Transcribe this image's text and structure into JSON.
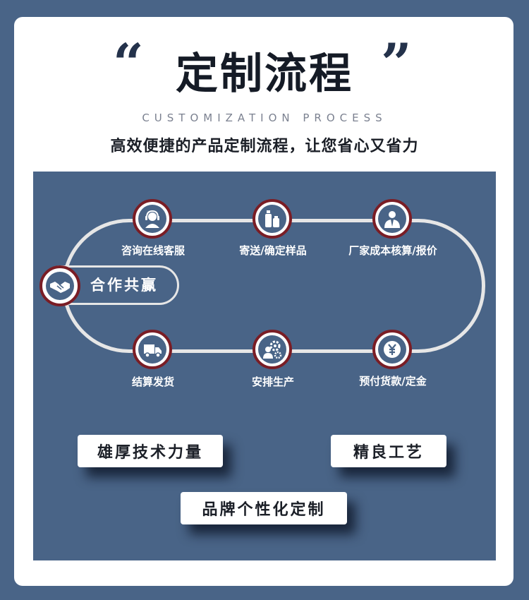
{
  "header": {
    "quote_open": "“",
    "quote_close": "”",
    "title": "定制流程",
    "subtitle_en": "CUSTOMIZATION PROCESS",
    "subtitle_cn": "高效便捷的产品定制流程，让您省心又省力"
  },
  "process": {
    "hub": {
      "label": "合作共赢",
      "icon": "handshake-icon"
    },
    "steps": [
      {
        "label": "咨询在线客服",
        "icon": "customer-service-icon"
      },
      {
        "label": "寄送/确定样品",
        "icon": "product-bottles-icon"
      },
      {
        "label": "厂家成本核算/报价",
        "icon": "businessman-icon"
      },
      {
        "label": "结算发货",
        "icon": "delivery-truck-icon"
      },
      {
        "label": "安排生产",
        "icon": "worker-gear-icon"
      },
      {
        "label": "预付货款/定金",
        "icon": "yuan-coin-icon"
      }
    ]
  },
  "features": [
    "雄厚技术力量",
    "精良工艺",
    "品牌个性化定制"
  ],
  "colors": {
    "background": "#496487",
    "ring": "#7a1d25",
    "title": "#151b26",
    "track": "#e6e6e6"
  }
}
